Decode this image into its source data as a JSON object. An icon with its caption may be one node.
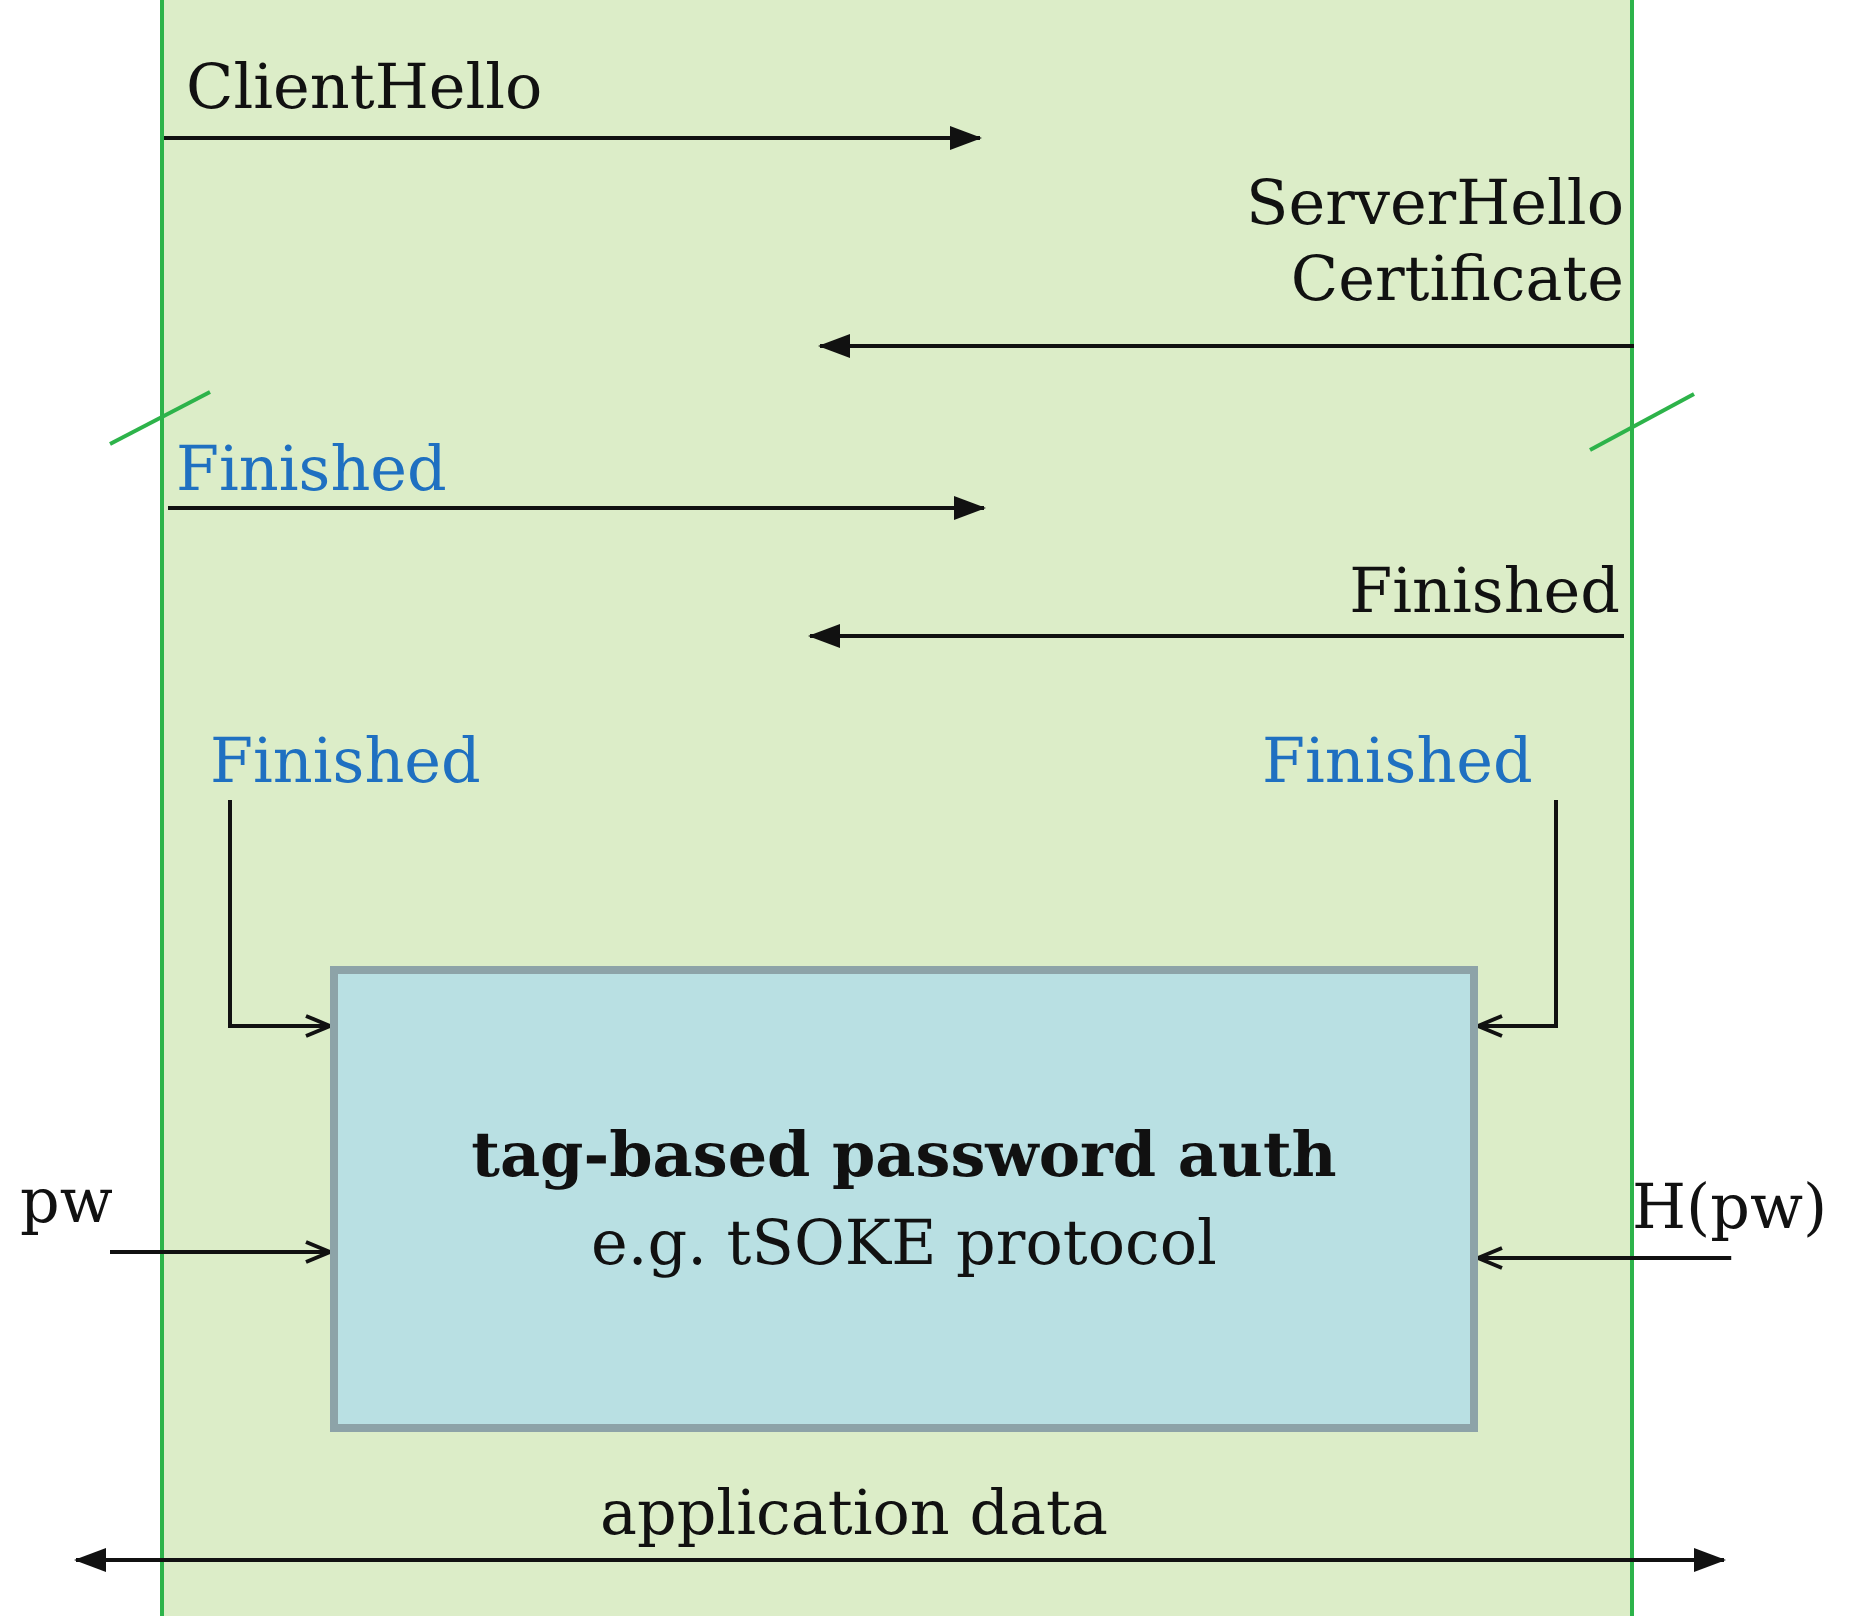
{
  "diagram": {
    "nodes": [
      {
        "text": [],
        "shape": "box"
      },
      {
        "text": [
          "Finished"
        ],
        "in": 0
      },
      {
        "text": [
          "Finished"
        ],
        "in": 0
      },
      {
        "text": [
          "tag-based password auth",
          "e.g. tSOKE protocol"
        ],
        "in": 0
      },
      {
        "text": [
          "pw"
        ]
      },
      {
        "text": [
          "H(pw)"
        ]
      }
    ],
    "edges": [
      {
        "from": 1,
        "to": 3,
        "arrow": "to"
      },
      {
        "from": 2,
        "to": 3,
        "arrow": "to"
      },
      {
        "from": 4,
        "to": 3,
        "arrow": "to"
      },
      {
        "from": 5,
        "to": 3,
        "arrow": "to"
      }
    ],
    "labels": [
      "ClientHello",
      "ServerHello Certificate",
      "Finished",
      "Finished",
      "application data"
    ]
  }
}
